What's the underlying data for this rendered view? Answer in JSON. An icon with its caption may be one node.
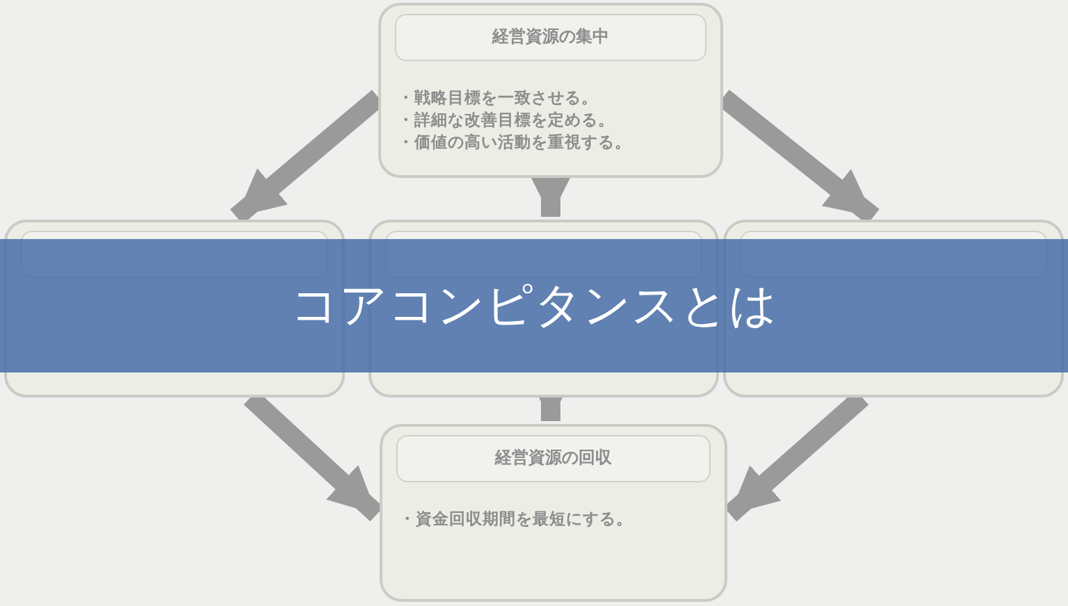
{
  "diagram": {
    "title": "コアコンピタンスとは",
    "nodes": [
      {
        "text": [
          "経営資源の集中",
          "・戦略目標を一致させる。",
          "・詳細な改善目標を定める。",
          "・価値の高い活動を重視する。"
        ]
      },
      {
        "text": [],
        "shape": "box"
      },
      {
        "text": [],
        "shape": "box"
      },
      {
        "text": [],
        "shape": "box"
      },
      {
        "text": [
          "経営資源の回収",
          "・資金回収期間を最短にする。"
        ]
      }
    ],
    "edges": [
      {
        "from": 0,
        "to": 1,
        "arrow": "to"
      },
      {
        "from": 0,
        "to": 2,
        "arrow": "to"
      },
      {
        "from": 0,
        "to": 3,
        "arrow": "to"
      },
      {
        "from": 1,
        "to": 4,
        "arrow": "to"
      },
      {
        "from": 2,
        "to": 4,
        "arrow": "to"
      },
      {
        "from": 3,
        "to": 4,
        "arrow": "to"
      }
    ]
  }
}
